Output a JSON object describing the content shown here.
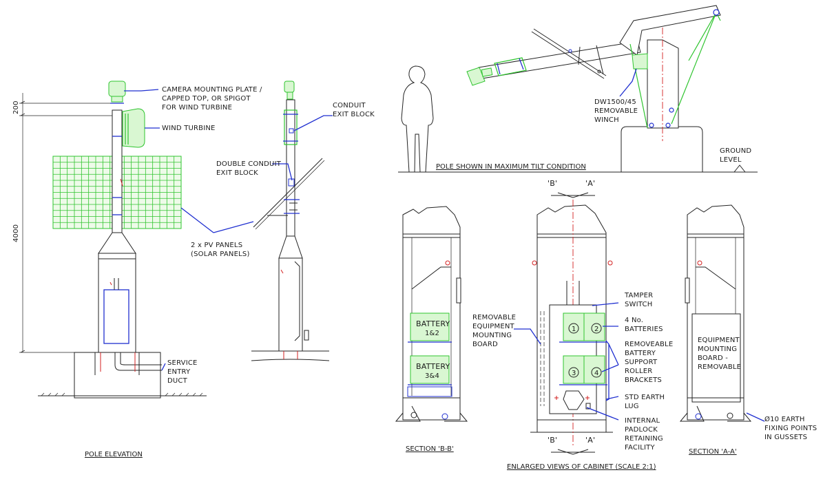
{
  "labels": {
    "camera_l1": "CAMERA MOUNTING PLATE /",
    "camera_l2": "CAPPED TOP, OR SPIGOT",
    "camera_l3": "FOR WIND TURBINE",
    "wind_turbine": "WIND TURBINE",
    "conduit_l1": "CONDUIT",
    "conduit_l2": "EXIT BLOCK",
    "double_l1": "DOUBLE CONDUIT",
    "double_l2": "EXIT BLOCK",
    "pv_l1": "2 x PV PANELS",
    "pv_l2": "(SOLAR PANELS)",
    "service_l1": "SERVICE",
    "service_l2": "ENTRY",
    "service_l3": "DUCT",
    "winch_l1": "DW1500/45",
    "winch_l2": "REMOVABLE",
    "winch_l3": "WINCH",
    "ground_l1": "GROUND",
    "ground_l2": "LEVEL",
    "tamper_l1": "TAMPER",
    "tamper_l2": "SWITCH",
    "batt4_l1": "4 No.",
    "batt4_l2": "BATTERIES",
    "roller_l1": "REMOVEABLE",
    "roller_l2": "BATTERY",
    "roller_l3": "SUPPORT",
    "roller_l4": "ROLLER",
    "roller_l5": "BRACKETS",
    "earth_l1": "STD EARTH",
    "earth_l2": "LUG",
    "padlock_l1": "INTERNAL",
    "padlock_l2": "PADLOCK",
    "padlock_l3": "RETAINING",
    "padlock_l4": "FACILITY",
    "remboard_l1": "REMOVABLE",
    "remboard_l2": "EQUIPMENT",
    "remboard_l3": "MOUNTING",
    "remboard_l4": "BOARD",
    "eqboard_l1": "EQUIPMENT",
    "eqboard_l2": "MOUNTING",
    "eqboard_l3": "BOARD -",
    "eqboard_l4": "REMOVABLE",
    "battery12_l1": "BATTERY",
    "battery12_l2": "1&2",
    "battery34_l1": "BATTERY",
    "battery34_l2": "3&4",
    "fixing_l1": "Ø10 EARTH",
    "fixing_l2": "FIXING POINTS",
    "fixing_l3": "IN GUSSETS",
    "sec_b_top": "'B'",
    "sec_a_top": "'A'",
    "sec_b_bot": "'B'",
    "sec_a_bot": "'A'",
    "n1": "1",
    "n2": "2",
    "n3": "3",
    "n4": "4"
  },
  "dimensions": {
    "d200": "200",
    "d4000": "4000"
  },
  "titles": {
    "pole_elevation": "POLE ELEVATION",
    "tilt": "POLE SHOWN IN MAXIMUM TILT CONDITION",
    "section_bb": "SECTION 'B-B'",
    "section_aa": "SECTION 'A-A'",
    "enlarged": "ENLARGED VIEWS OF CABINET (SCALE 2:1)"
  },
  "colors": {
    "outline": "#222222",
    "green_equipment": "#2ec42e",
    "blue_leader": "#1f2fd0",
    "red_centerline": "#d32020"
  }
}
